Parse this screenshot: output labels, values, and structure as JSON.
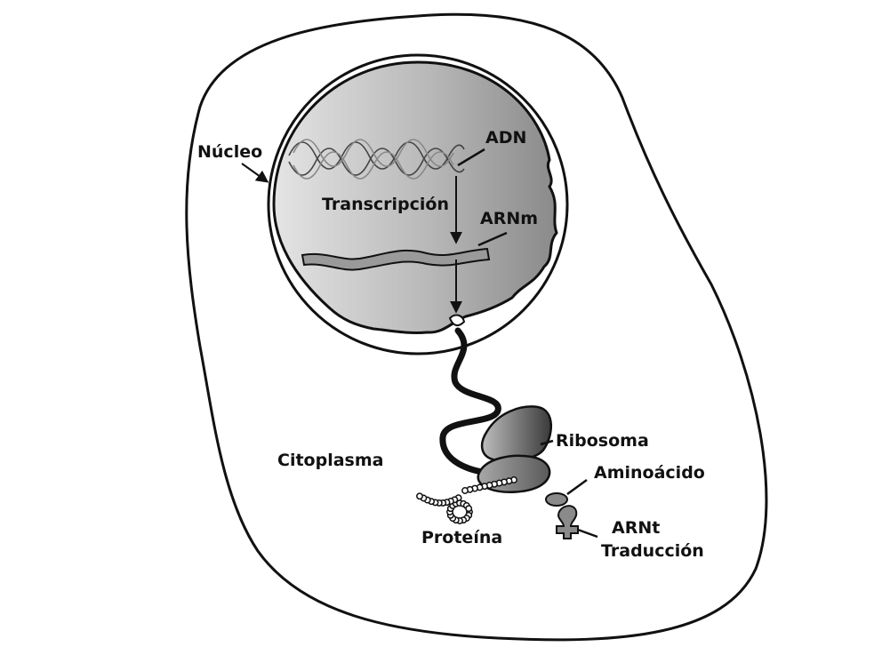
{
  "labels": {
    "nucleus": "Núcleo",
    "dna": "ADN",
    "transcription": "Transcripción",
    "mrna": "ARNm",
    "ribosome": "Ribosoma",
    "cytoplasm": "Citoplasma",
    "amino_acid": "Aminoácido",
    "protein": "Proteína",
    "trna": "ARNt",
    "translation": "Traducción"
  }
}
